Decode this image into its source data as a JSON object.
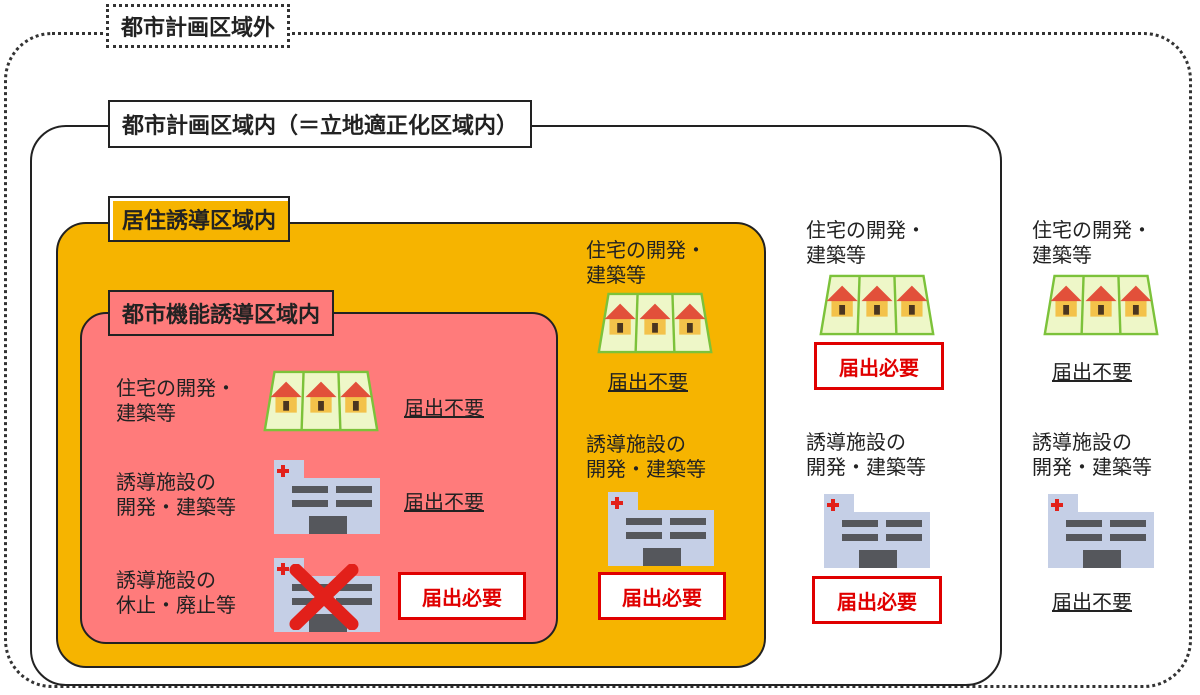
{
  "regions": {
    "outside_city": "都市計画区域外",
    "city_planning": "都市計画区域内（＝立地適正化区域内）",
    "residential_induction": "居住誘導区域内",
    "urban_function_induction": "都市機能誘導区域内"
  },
  "items": {
    "housing_line1": "住宅の開発・",
    "housing_line2": "建築等",
    "facility_line1": "誘導施設の",
    "facility_line2": "開発・建築等",
    "facility_close_line1": "誘導施設の",
    "facility_close_line2": "休止・廃止等"
  },
  "statuses": {
    "fn_housing": "届出不要",
    "fn_facility": "届出不要",
    "fn_closure": "届出必要",
    "res_housing": "届出不要",
    "res_facility": "届出必要",
    "city_housing": "届出必要",
    "city_facility": "届出必要",
    "outside_housing": "届出不要",
    "outside_facility": "届出不要"
  },
  "colors": {
    "residential_fill": "#f6b400",
    "function_fill": "#ff7b7b",
    "required_red": "#e00000"
  },
  "icons": {
    "housing": "house-row-icon",
    "facility": "hospital-building-icon",
    "cross": "cross-mark-icon"
  }
}
